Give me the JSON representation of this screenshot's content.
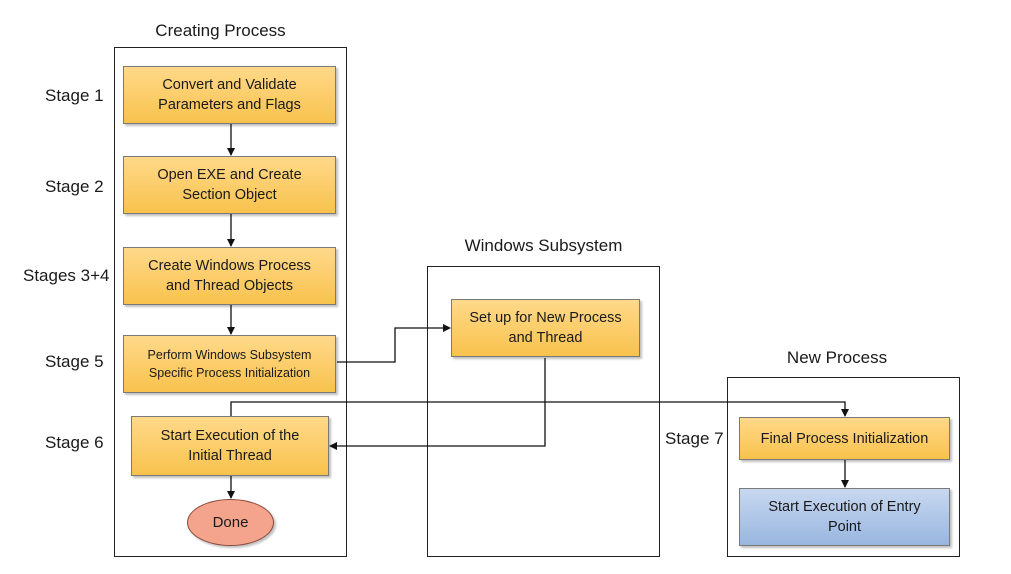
{
  "containers": {
    "creating": {
      "title": "Creating Process"
    },
    "subsystem": {
      "title": "Windows Subsystem"
    },
    "newproc": {
      "title": "New Process"
    }
  },
  "stages": {
    "s1": "Stage 1",
    "s2": "Stage 2",
    "s34": "Stages 3+4",
    "s5": "Stage 5",
    "s6": "Stage 6",
    "s7": "Stage 7"
  },
  "boxes": {
    "convert": "Convert and Validate\nParameters and Flags",
    "open_exe": "Open EXE and Create\nSection Object",
    "create_objects": "Create Windows Process\nand Thread Objects",
    "perform_init": "Perform Windows Subsystem\nSpecific Process Initialization",
    "start_thread": "Start Execution of the\nInitial Thread",
    "done": "Done",
    "setup": "Set up for New Process\nand Thread",
    "final_init": "Final Process Initialization",
    "entry_point": "Start Execution of Entry\nPoint"
  },
  "colors": {
    "step_fill": "#f8c24d",
    "done_fill": "#f4a48c",
    "entry_fill": "#98b6e0",
    "line": "#111111"
  }
}
